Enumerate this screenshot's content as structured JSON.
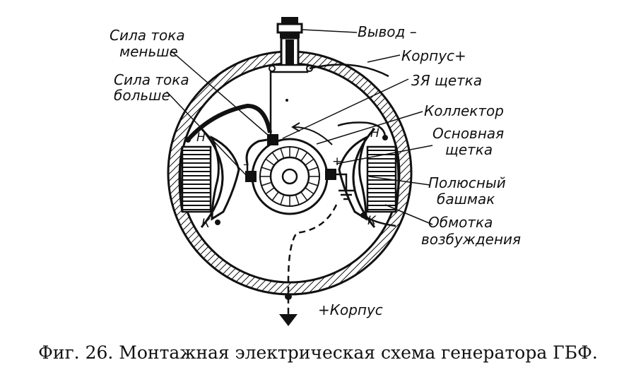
{
  "diagram": {
    "labels": {
      "current_less": [
        "Сила тока",
        "меньше"
      ],
      "current_more": [
        "Сила тока",
        "больше"
      ],
      "terminal": "Вывод –",
      "housing_plus": "Корпус+",
      "third_brush": "3Я щетка",
      "collector": "Коллектор",
      "main_brush": [
        "Основная",
        "щетка"
      ],
      "pole_shoe": [
        "Полюсный",
        "башмак"
      ],
      "field_winding": [
        "Обмотка",
        "возбуждения"
      ],
      "housing_bottom": "+Корпус",
      "coil_start_left": "Н",
      "coil_start_right": "Н",
      "coil_end_left": "К",
      "coil_end_right": "К",
      "plus_sign": "+",
      "minus_sign": "–"
    },
    "caption": "Фиг. 26. Монтажная электрическая схема генератора ГБФ."
  }
}
